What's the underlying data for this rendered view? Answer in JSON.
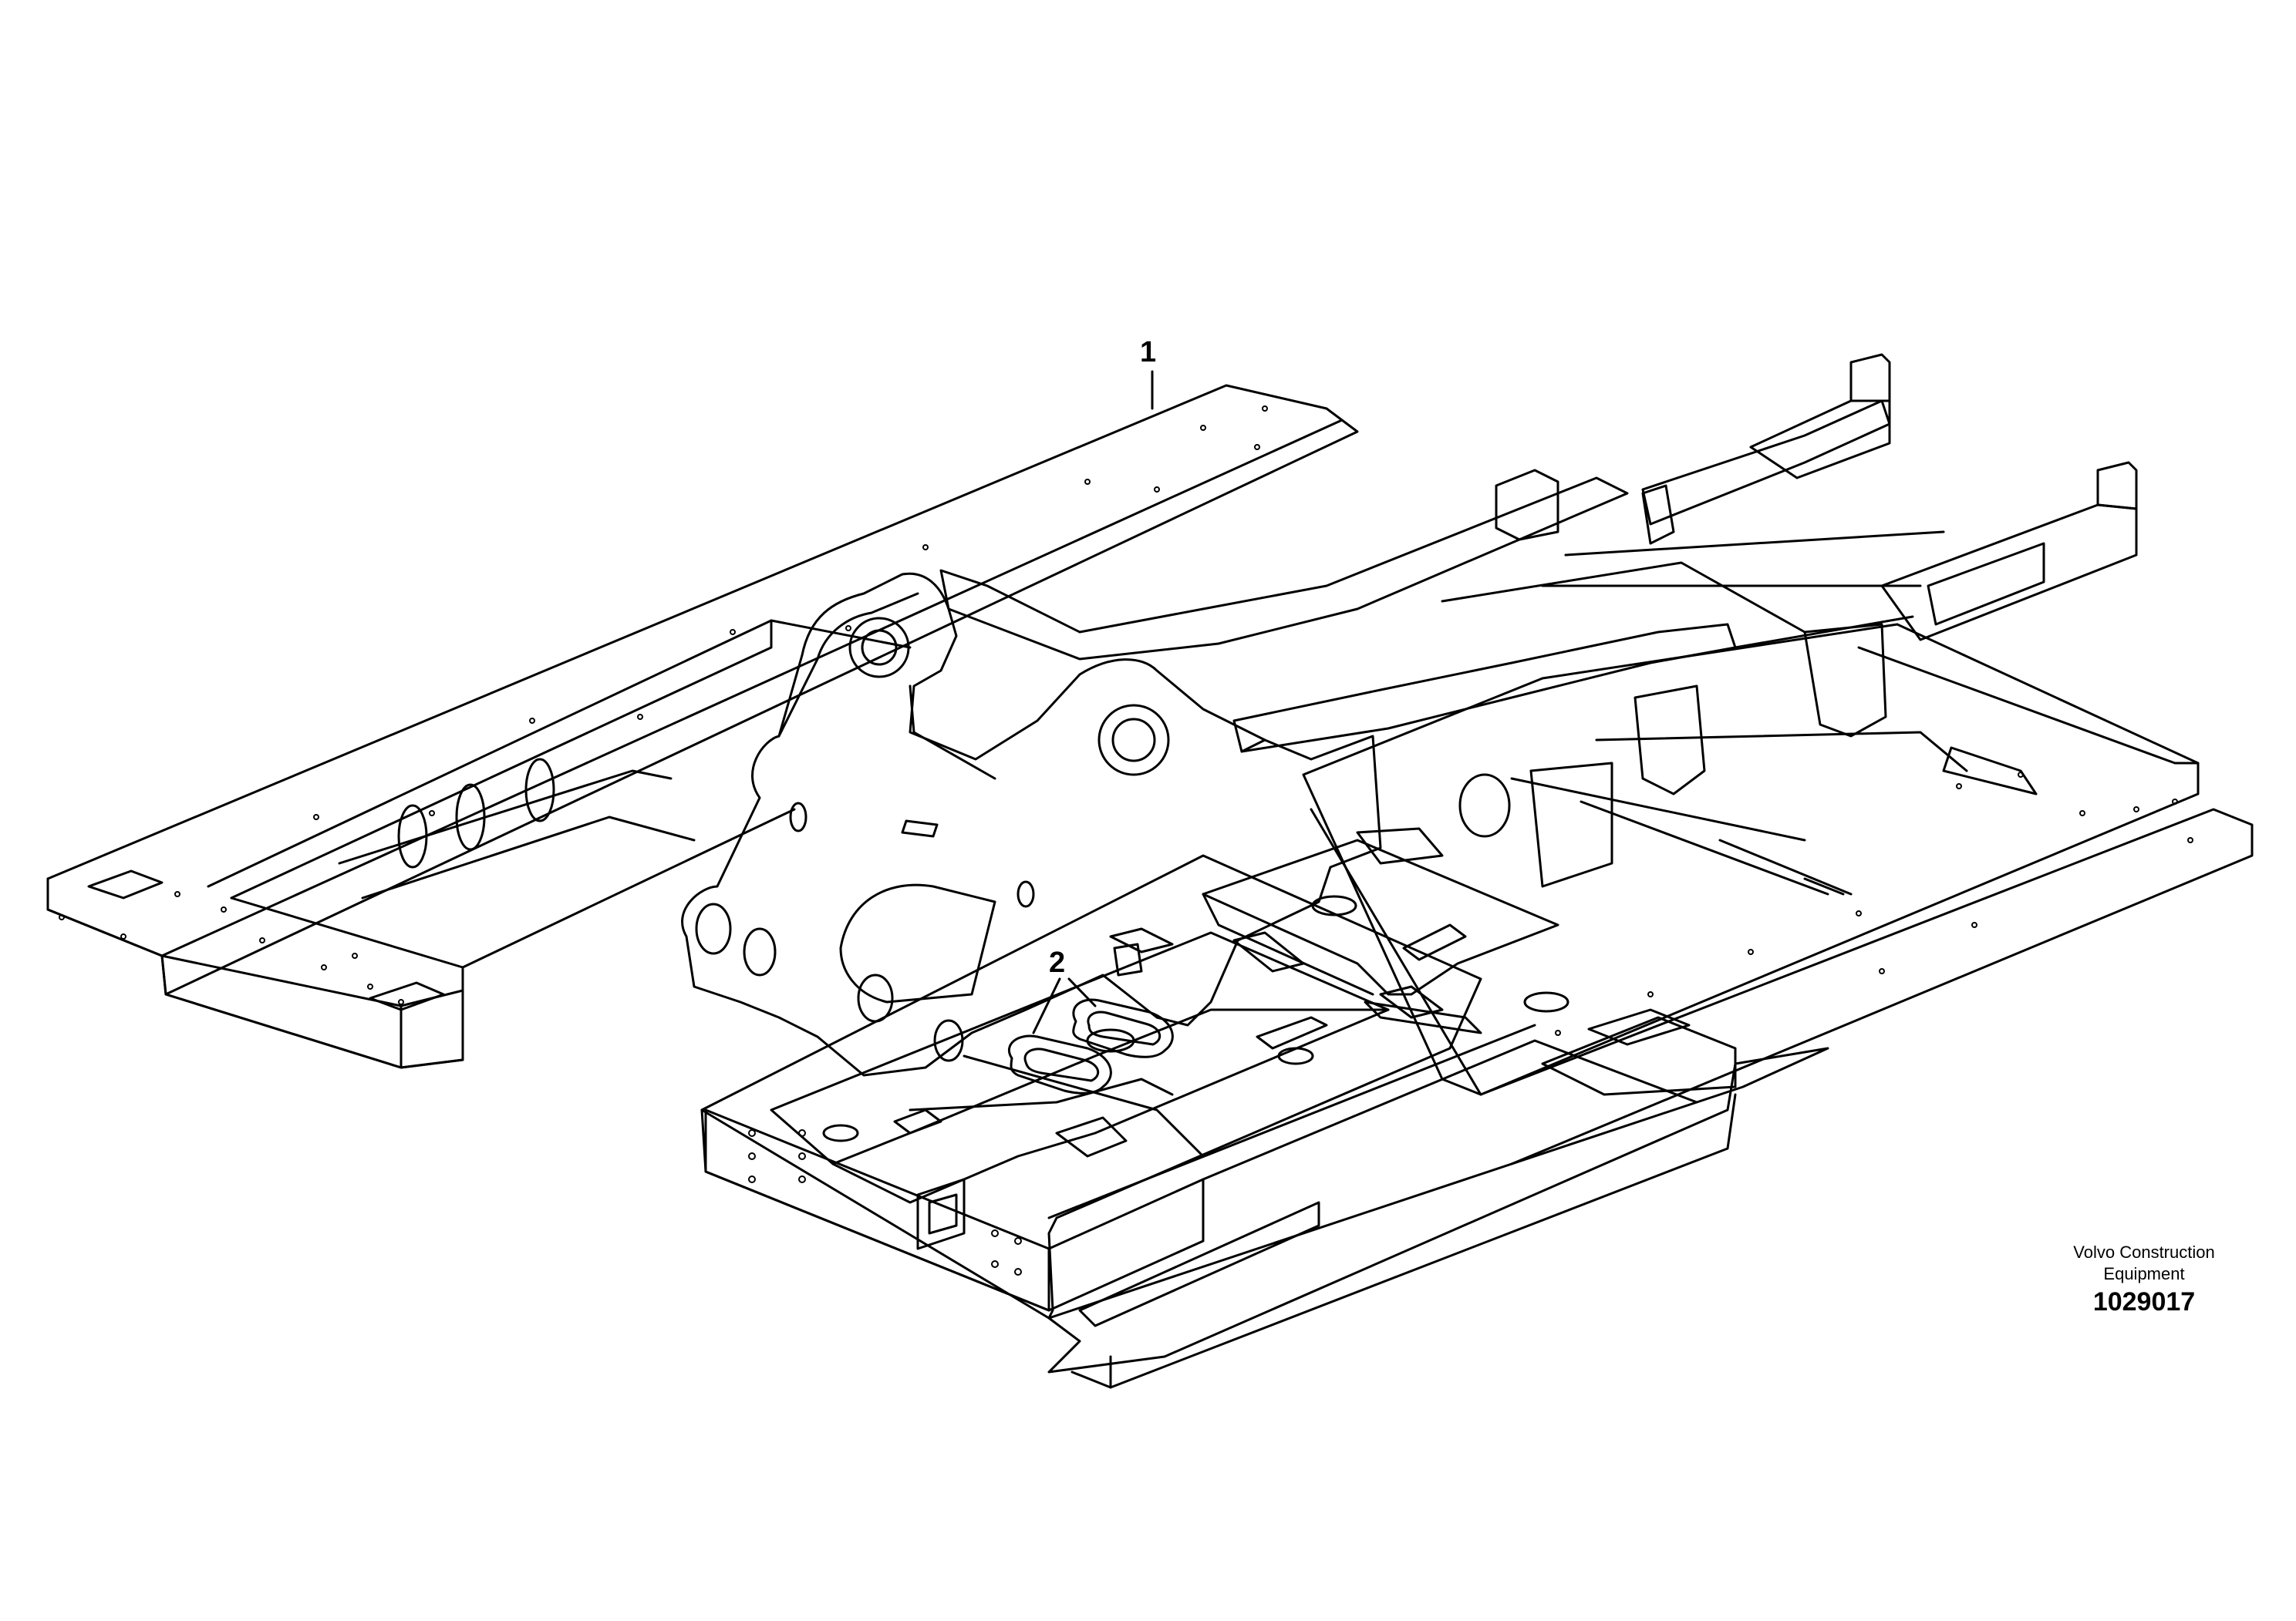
{
  "callouts": {
    "part_1": "1",
    "part_2": "2"
  },
  "brand": {
    "line1": "Volvo Construction",
    "line2": "Equipment"
  },
  "reference_number": "1029017"
}
